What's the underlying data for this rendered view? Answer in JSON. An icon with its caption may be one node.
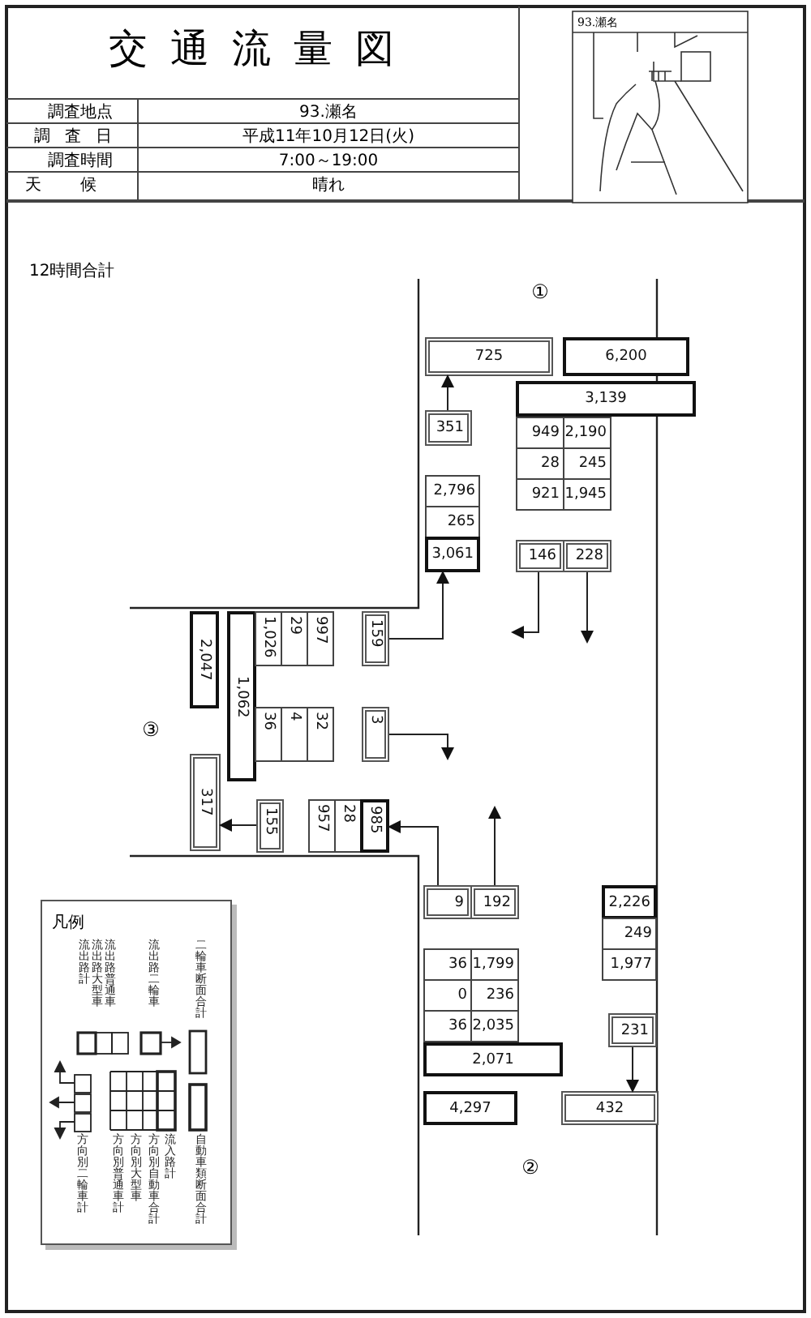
{
  "diagram": {
    "title": "交通流量図",
    "nodes": [
      {
        "text": [
          "725"
        ]
      },
      {
        "text": [
          "6,200"
        ]
      },
      {
        "text": [
          "3,139"
        ]
      },
      {
        "text": [
          "949"
        ]
      },
      {
        "text": [
          "2,190"
        ]
      },
      {
        "text": [
          "28"
        ]
      },
      {
        "text": [
          "245"
        ]
      },
      {
        "text": [
          "921"
        ]
      },
      {
        "text": [
          "1,945"
        ]
      },
      {
        "text": [
          "351"
        ]
      },
      {
        "text": [
          "2,796"
        ]
      },
      {
        "text": [
          "265"
        ]
      },
      {
        "text": [
          "3,061"
        ]
      },
      {
        "text": [
          "146"
        ]
      },
      {
        "text": [
          "228"
        ]
      },
      {
        "text": [
          "2,047"
        ]
      },
      {
        "text": [
          "1,062"
        ]
      },
      {
        "text": [
          "1,026"
        ]
      },
      {
        "text": [
          "29"
        ]
      },
      {
        "text": [
          "997"
        ]
      },
      {
        "text": [
          "159"
        ]
      },
      {
        "text": [
          "36"
        ]
      },
      {
        "text": [
          "4"
        ]
      },
      {
        "text": [
          "32"
        ]
      },
      {
        "text": [
          "3"
        ]
      },
      {
        "text": [
          "317"
        ]
      },
      {
        "text": [
          "155"
        ]
      },
      {
        "text": [
          "957"
        ]
      },
      {
        "text": [
          "28"
        ]
      },
      {
        "text": [
          "985"
        ]
      },
      {
        "text": [
          "9"
        ]
      },
      {
        "text": [
          "192"
        ]
      },
      {
        "text": [
          "2,226"
        ]
      },
      {
        "text": [
          "249"
        ]
      },
      {
        "text": [
          "1,977"
        ]
      },
      {
        "text": [
          "36"
        ]
      },
      {
        "text": [
          "1,799"
        ]
      },
      {
        "text": [
          "0"
        ]
      },
      {
        "text": [
          "236"
        ]
      },
      {
        "text": [
          "36"
        ]
      },
      {
        "text": [
          "2,035"
        ]
      },
      {
        "text": [
          "2,071"
        ]
      },
      {
        "text": [
          "231"
        ]
      },
      {
        "text": [
          "4,297"
        ]
      },
      {
        "text": [
          "432"
        ]
      }
    ],
    "edges": [
      {
        "from": 9,
        "to": 0,
        "arrow": "to"
      },
      {
        "from": 13,
        "to": null,
        "arrow": "to"
      },
      {
        "from": 14,
        "to": null,
        "arrow": "to"
      },
      {
        "from": 20,
        "to": 12,
        "arrow": "to"
      },
      {
        "from": 24,
        "to": null,
        "arrow": "to"
      },
      {
        "from": 26,
        "to": 25,
        "arrow": "to"
      },
      {
        "from": 30,
        "to": 29,
        "arrow": "to"
      },
      {
        "from": 31,
        "to": null,
        "arrow": "to"
      },
      {
        "from": 42,
        "to": 44,
        "arrow": "to"
      }
    ],
    "labels": [
      "調査地点",
      "93.瀬名",
      "調査日",
      "平成11年10月12日(火)",
      "調査時間",
      "7:00～19:00",
      "天候",
      "晴れ",
      "93.瀬名",
      "12時間合計",
      "①",
      "③",
      "②",
      "凡例"
    ],
    "legend": [
      {
        "text": "二輪車断面合計"
      },
      {
        "text": "流出路二輪車"
      },
      {
        "text": "流出路普通車"
      },
      {
        "text": "流出路大型車"
      },
      {
        "text": "流出路計"
      },
      {
        "text": "自動車類断面合計"
      },
      {
        "text": "流入路計"
      },
      {
        "text": "方向別自動車合計"
      },
      {
        "text": "方向別大型車"
      },
      {
        "text": "方向別普通車計"
      },
      {
        "text": "方向別二輪車計"
      }
    ]
  }
}
